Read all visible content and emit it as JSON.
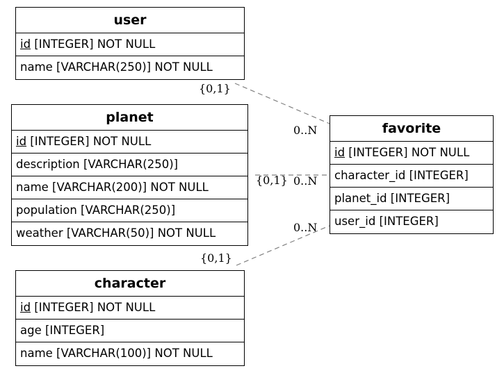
{
  "entities": {
    "user": {
      "title": "user",
      "rows": [
        {
          "pk": "id",
          "rest": " [INTEGER] NOT NULL"
        },
        {
          "pk": "",
          "rest": "name [VARCHAR(250)] NOT NULL"
        }
      ]
    },
    "planet": {
      "title": "planet",
      "rows": [
        {
          "pk": "id",
          "rest": " [INTEGER] NOT NULL"
        },
        {
          "pk": "",
          "rest": "description [VARCHAR(250)]"
        },
        {
          "pk": "",
          "rest": "name [VARCHAR(200)] NOT NULL"
        },
        {
          "pk": "",
          "rest": "population [VARCHAR(250)]"
        },
        {
          "pk": "",
          "rest": "weather [VARCHAR(50)] NOT NULL"
        }
      ]
    },
    "character": {
      "title": "character",
      "rows": [
        {
          "pk": "id",
          "rest": " [INTEGER] NOT NULL"
        },
        {
          "pk": "",
          "rest": "age [INTEGER]"
        },
        {
          "pk": "",
          "rest": "name [VARCHAR(100)] NOT NULL"
        }
      ]
    },
    "favorite": {
      "title": "favorite",
      "rows": [
        {
          "pk": "id",
          "rest": " [INTEGER] NOT NULL"
        },
        {
          "pk": "",
          "rest": "character_id [INTEGER]"
        },
        {
          "pk": "",
          "rest": "planet_id [INTEGER]"
        },
        {
          "pk": "",
          "rest": "user_id [INTEGER]"
        }
      ]
    }
  },
  "relations": {
    "user_favorite": {
      "one": "{0,1}",
      "many": "0..N"
    },
    "planet_favorite": {
      "one": "{0,1}",
      "many": "0..N"
    },
    "character_favorite": {
      "one": "{0,1}",
      "many": "0..N"
    }
  }
}
